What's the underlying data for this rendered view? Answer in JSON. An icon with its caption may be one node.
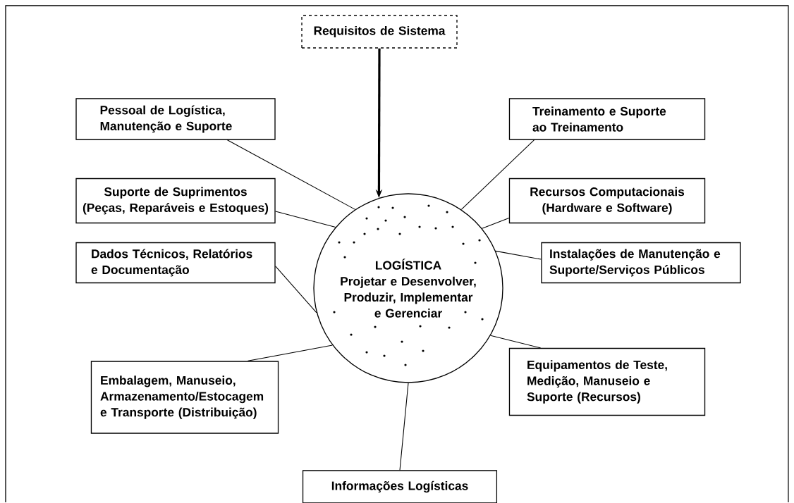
{
  "diagram": {
    "nodes": [
      {
        "text": [
          "Requisitos de Sistema"
        ]
      },
      {
        "text": [
          "Pessoal de Logística, Manutenção e Suporte"
        ]
      },
      {
        "text": [
          "Treinamento e Suporte ao Treinamento"
        ]
      },
      {
        "text": [
          "Suporte de Suprimentos (Peças, Reparáveis e Estoques)"
        ]
      },
      {
        "text": [
          "Recursos Computacionais (Hardware e Software)"
        ]
      },
      {
        "text": [
          "LOGÍSTICA",
          "Projetar e Desenvolver, Produzir, Implementar e Gerenciar"
        ]
      },
      {
        "text": [
          "Dados Técnicos, Relatórios e Documentação"
        ]
      },
      {
        "text": [
          "Instalações de Manutenção e Suporte/Serviços Públicos"
        ]
      },
      {
        "text": [
          "Embalagem, Manuseio, Armazenamento/Estocagem e Transporte (Distribuição)"
        ]
      },
      {
        "text": [
          "Equipamentos de Teste, Medição, Manuseio e Suporte (Recursos)"
        ]
      },
      {
        "text": [
          "Informações Logísticas"
        ]
      }
    ],
    "edges": [
      {
        "from": 0,
        "to": 5,
        "arrow": "to",
        "style": "thick"
      },
      {
        "from": 5,
        "to": 1,
        "arrow": "none"
      },
      {
        "from": 5,
        "to": 2,
        "arrow": "none"
      },
      {
        "from": 5,
        "to": 3,
        "arrow": "none"
      },
      {
        "from": 5,
        "to": 4,
        "arrow": "none"
      },
      {
        "from": 5,
        "to": 6,
        "arrow": "none"
      },
      {
        "from": 5,
        "to": 7,
        "arrow": "none"
      },
      {
        "from": 5,
        "to": 8,
        "arrow": "none"
      },
      {
        "from": 5,
        "to": 9,
        "arrow": "none"
      },
      {
        "from": 5,
        "to": 10,
        "arrow": "none"
      }
    ]
  }
}
